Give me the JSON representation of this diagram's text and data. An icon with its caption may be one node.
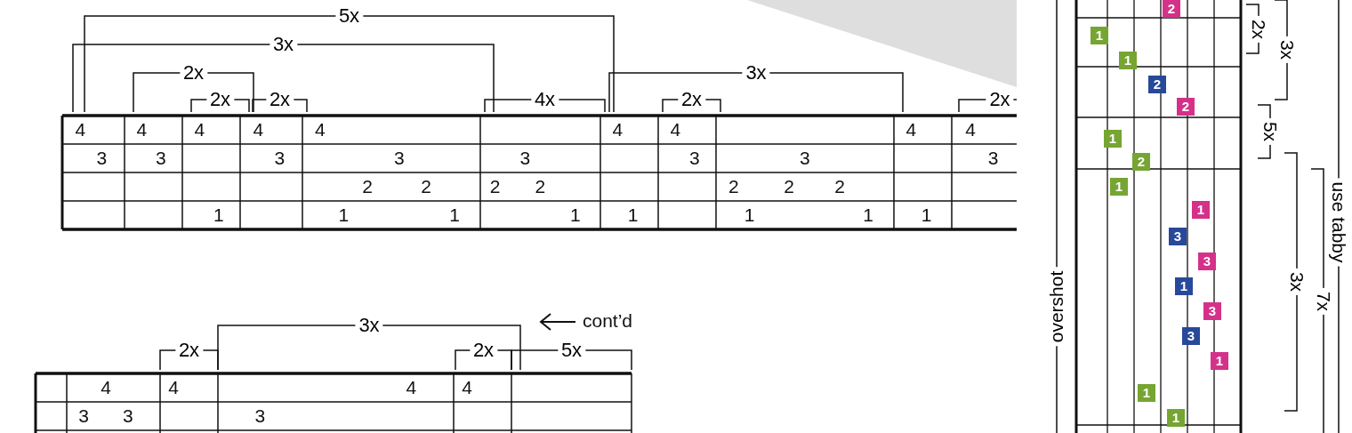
{
  "diagram": {
    "labels": [
      "5x",
      "3x",
      "2x",
      "2x",
      "2x",
      "4x",
      "3x",
      "2x",
      "2x",
      "4",
      "3",
      "4",
      "3",
      "4",
      "1",
      "4",
      "3",
      "4",
      "3",
      "2",
      "2",
      "1",
      "1",
      "3",
      "2",
      "2",
      "1",
      "4",
      "1",
      "4",
      "3",
      "3",
      "2",
      "2",
      "2",
      "1",
      "1",
      "4",
      "1",
      "4",
      "3",
      "2x",
      "3x",
      "2x",
      "5x",
      "cont’d",
      "4",
      "3",
      "3",
      "4",
      "3",
      "4",
      "4",
      "2x",
      "3x",
      "5x",
      "use tabby",
      "3x",
      "overshot",
      "7x",
      "2",
      "1",
      "1",
      "2",
      "2",
      "1",
      "2",
      "1",
      "1",
      "3",
      "3",
      "1",
      "3",
      "3",
      "1",
      "1",
      "1"
    ]
  }
}
